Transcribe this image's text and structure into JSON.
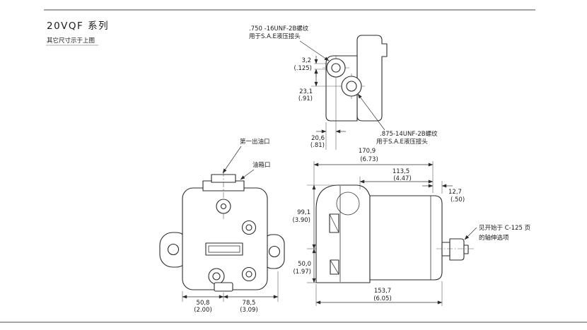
{
  "page": {
    "title": "20VQF 系列",
    "subtitle": "其它尺寸示于上图"
  },
  "colors": {
    "line": "#2b2b2b",
    "text": "#1a1a1a",
    "background": "#ffffff"
  },
  "port_detail": {
    "upper_thread_line1": ".750 -16UNF-2B螺纹",
    "upper_thread_line2": "用于S.A.E液压接头",
    "lower_thread_line1": ".875-14UNF-2B螺纹",
    "lower_thread_line2": "用于S.A.E液压接头",
    "dim_3_2_mm": "3,2",
    "dim_3_2_in": "(.125)",
    "dim_23_1_mm": "23,1",
    "dim_23_1_in": "(.91)",
    "dim_20_6_mm": "20,6",
    "dim_20_6_in": "(.81)"
  },
  "front_view": {
    "label_first_outlet": "第一出油口",
    "label_tank_port": "油箱口",
    "dim_50_8_mm": "50,8",
    "dim_50_8_in": "(2.00)",
    "dim_78_5_mm": "78,5",
    "dim_78_5_in": "(3.09)"
  },
  "side_view": {
    "dim_170_9_mm": "170,9",
    "dim_170_9_in": "(6.73)",
    "dim_113_5_mm": "113,5",
    "dim_113_5_in": "(4.47)",
    "dim_12_7_mm": "12,7",
    "dim_12_7_in": "(.50)",
    "dim_99_1_mm": "99,1",
    "dim_99_1_in": "(3.90)",
    "dim_50_0_mm": "50,0",
    "dim_50_0_in": "(1.97)",
    "dim_153_7_mm": "153,7",
    "dim_153_7_in": "(6.05)",
    "note_line1": "见开始于 C-125 页",
    "note_line2": "的轴伸选项"
  }
}
